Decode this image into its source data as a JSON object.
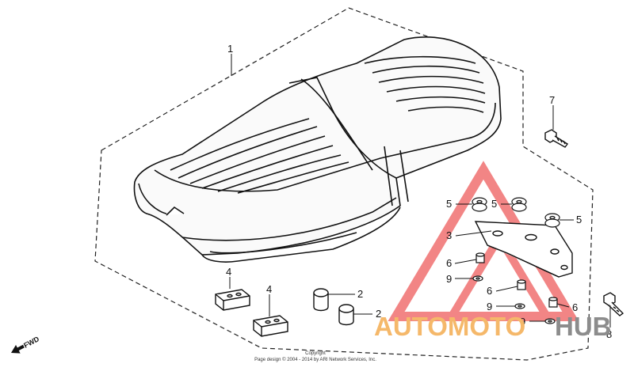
{
  "callouts": {
    "c1": "1",
    "c2a": "2",
    "c2b": "2",
    "c3": "3",
    "c4a": "4",
    "c4b": "4",
    "c5a": "5",
    "c5b": "5",
    "c5c": "5",
    "c6a": "6",
    "c6b": "6",
    "c6c": "6",
    "c7": "7",
    "c8": "8",
    "c9a": "9",
    "c9b": "9",
    "c9c": "9"
  },
  "direction_label": "FWD",
  "copyright": {
    "line1": "Copyright",
    "line2": "Page design © 2004 - 2014 by ARI Network Services, Inc."
  },
  "watermark": {
    "part1": "AUTOMOTO",
    "part2": "HUB",
    "color_primary": "#f5b86a",
    "color_secondary": "#8c8c8c",
    "triangle_color": "#f07070"
  }
}
